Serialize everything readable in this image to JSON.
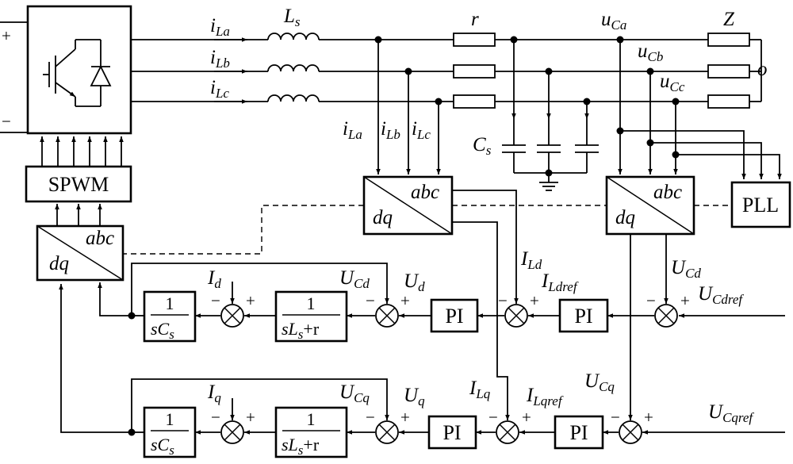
{
  "dc_bus": {
    "plus": "+",
    "minus": "−"
  },
  "blocks": {
    "spwm": "SPWM",
    "pll": "PLL",
    "transform_dq": "dq",
    "transform_abc": "abc",
    "pi": "PI",
    "cap_num": "1",
    "cap_den_main": "sC",
    "cap_den_sub": "s",
    "ind_num": "1",
    "ind_den_main": "sL",
    "ind_den_sub": "s",
    "ind_den_tail": "+r"
  },
  "labels": {
    "iLa_main": "i",
    "iLa_sub": "La",
    "iLb_main": "i",
    "iLb_sub": "Lb",
    "iLc_main": "i",
    "iLc_sub": "Lc",
    "Ls_main": "L",
    "Ls_sub": "s",
    "r": "r",
    "Z": "Z",
    "o": "o",
    "uCa_main": "u",
    "uCa_sub": "Ca",
    "uCb_main": "u",
    "uCb_sub": "Cb",
    "uCc_main": "u",
    "uCc_sub": "Cc",
    "Cs_main": "C",
    "Cs_sub": "s",
    "ILd_main": "I",
    "ILd_sub": "Ld",
    "ILdref_main": "I",
    "ILdref_sub": "Ldref",
    "UCd_main": "U",
    "UCd_sub": "Cd",
    "UCdref_main": "U",
    "UCdref_sub": "Cdref",
    "Ud_main": "U",
    "Ud_sub": "d",
    "Id_main": "I",
    "Id_sub": "d",
    "ILq_main": "I",
    "ILq_sub": "Lq",
    "ILqref_main": "I",
    "ILqref_sub": "Lqref",
    "UCq_main": "U",
    "UCq_sub": "Cq",
    "UCqref_main": "U",
    "UCqref_sub": "Cqref",
    "Uq_main": "U",
    "Uq_sub": "q",
    "Iq_main": "I",
    "Iq_sub": "q"
  },
  "signs": {
    "plus": "+",
    "minus": "−"
  }
}
